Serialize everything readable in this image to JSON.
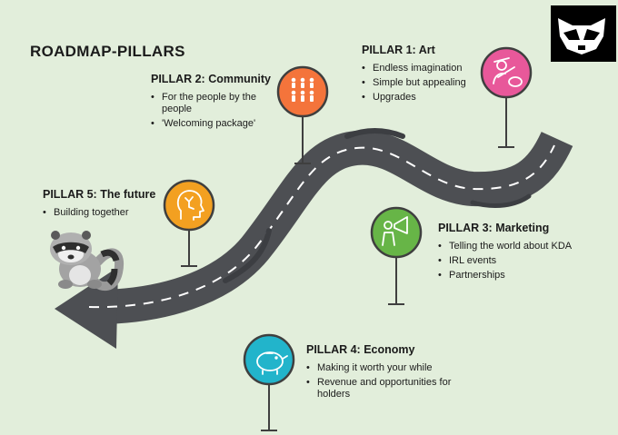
{
  "title": "ROADMAP-PILLARS",
  "pillars": [
    {
      "heading": "PILLAR 1: Art",
      "items": [
        "Endless imagination",
        "Simple but appealing",
        "Upgrades"
      ],
      "icon": "artist-icon",
      "color": "#e8589a"
    },
    {
      "heading": "PILLAR 2: Community",
      "items": [
        "For the people by the people",
        "'Welcoming package'"
      ],
      "icon": "people-group-icon",
      "color": "#f4743b"
    },
    {
      "heading": "PILLAR 3: Marketing",
      "items": [
        "Telling the world about KDA",
        "IRL events",
        "Partnerships"
      ],
      "icon": "megaphone-icon",
      "color": "#67b547"
    },
    {
      "heading": "PILLAR 4: Economy",
      "items": [
        "Making it worth your while",
        "Revenue and opportunities for holders"
      ],
      "icon": "piggy-bank-icon",
      "color": "#22b4cb"
    },
    {
      "heading": "PILLAR 5: The future",
      "items": [
        "Building together"
      ],
      "icon": "brain-head-icon",
      "color": "#f3a021"
    }
  ],
  "logo": "raccoon-mask-logo",
  "mascot": "raccoon-mascot",
  "colors": {
    "background": "#e2eedb",
    "road": "#4d4f53",
    "road_dash": "#ffffff",
    "pin": "#3f3f3f"
  }
}
